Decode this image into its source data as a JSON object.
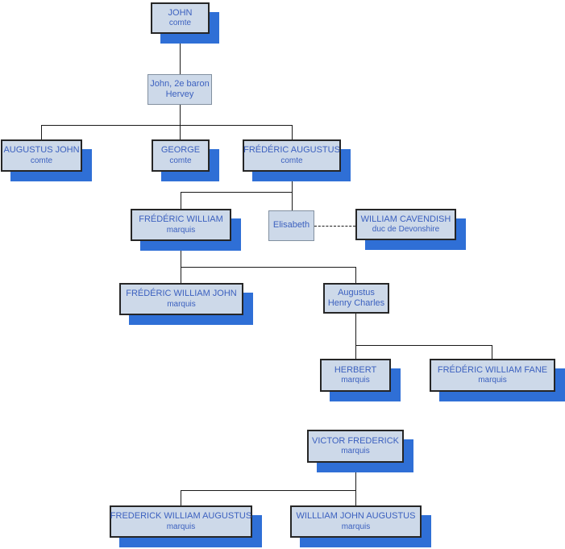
{
  "colors": {
    "box_fill": "#cdd9e9",
    "box_border_dark": "#262626",
    "box_border_gray": "#8290a0",
    "shadow_blue": "#2f6fd6",
    "text_blue": "#3c61bf",
    "line_black": "#1a1a1a"
  },
  "nodes": [
    {
      "id": "john",
      "name": "JOHN",
      "title": "comte"
    },
    {
      "id": "john-2e-baron-hervey",
      "name": "John, 2e baron",
      "title": "Hervey"
    },
    {
      "id": "augustus-john",
      "name": "AUGUSTUS JOHN",
      "title": "comte"
    },
    {
      "id": "george",
      "name": "GEORGE",
      "title": "comte"
    },
    {
      "id": "frederic-augustus",
      "name": "FRÉDÉRIC AUGUSTUS",
      "title": "comte"
    },
    {
      "id": "frederic-william",
      "name": "FRÉDÉRIC WILLIAM",
      "title": "marquis"
    },
    {
      "id": "elisabeth",
      "name": "Elisabeth",
      "title": ""
    },
    {
      "id": "william-cavendish",
      "name": "WILLIAM CAVENDISH",
      "title": "duc de Devonshire"
    },
    {
      "id": "frederic-william-john",
      "name": "FRÉDÉRIC WILLIAM JOHN",
      "title": "marquis"
    },
    {
      "id": "augustus-henry-charles",
      "name": "Augustus",
      "title": "Henry Charles"
    },
    {
      "id": "herbert",
      "name": "HERBERT",
      "title": "marquis"
    },
    {
      "id": "frederic-william-fane",
      "name": "FRÉDÉRIC WILLIAM FANE",
      "title": "marquis"
    },
    {
      "id": "victor-frederick",
      "name": "VICTOR FREDERICK",
      "title": "marquis"
    },
    {
      "id": "frederick-william-augustus",
      "name": "FREDERICK WILLIAM AUGUSTUS",
      "title": "marquis"
    },
    {
      "id": "willliam-john-augustus",
      "name": "WILLLIAM JOHN AUGUSTUS",
      "title": "marquis"
    }
  ]
}
